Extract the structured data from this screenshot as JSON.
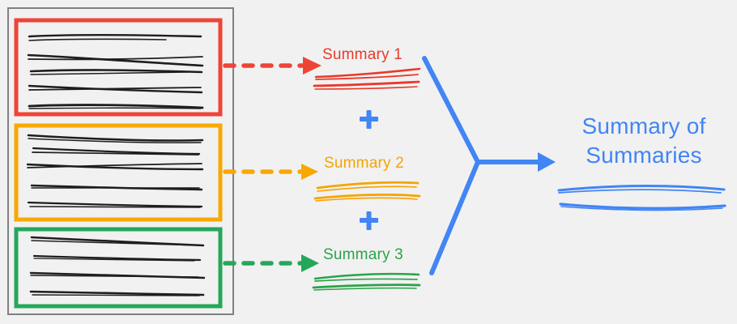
{
  "diagram": {
    "title_semantic": "map-reduce-summarization-diagram",
    "background_color": "#f1f1f1"
  },
  "source_panel": {
    "name": "document-chunks-panel",
    "border_color": "#808080",
    "chunks": [
      {
        "id": "chunk-1",
        "color": "#ee4436",
        "line_count": 5
      },
      {
        "id": "chunk-2",
        "color": "#f8a800",
        "line_count": 5
      },
      {
        "id": "chunk-3",
        "color": "#25a75a",
        "line_count": 4
      }
    ]
  },
  "arrows": [
    {
      "name": "arrow-chunk-1-to-summary-1",
      "color": "#ee4436",
      "style": "dashed"
    },
    {
      "name": "arrow-chunk-2-to-summary-2",
      "color": "#f8a800",
      "style": "dashed"
    },
    {
      "name": "arrow-chunk-3-to-summary-3",
      "color": "#25a75a",
      "style": "dashed"
    }
  ],
  "summaries": [
    {
      "label": "Summary 1",
      "color": "#e8392c",
      "underline_count": 2
    },
    {
      "label": "Summary 2",
      "color": "#f5a400",
      "underline_count": 2
    },
    {
      "label": "Summary 3",
      "color": "#2ba34a",
      "underline_count": 2
    }
  ],
  "operators": [
    {
      "name": "plus-operator-1",
      "glyph": "+",
      "color": "#4285f4"
    },
    {
      "name": "plus-operator-2",
      "glyph": "+",
      "color": "#4285f4"
    }
  ],
  "merge": {
    "name": "merge-connector",
    "color": "#4285f4",
    "style": "solid",
    "shape": "y-junction-with-arrow"
  },
  "final": {
    "title_line_1": "Summary of",
    "title_line_2": "Summaries",
    "title": "Summary of Summaries",
    "color": "#4285f4",
    "underline_count": 2
  },
  "colors": {
    "red": "#ee4436",
    "orange": "#f8a800",
    "green": "#25a75a",
    "blue": "#4285f4",
    "ink": "#1e1e1e",
    "frame_gray": "#808080",
    "background": "#f1f1f1"
  }
}
